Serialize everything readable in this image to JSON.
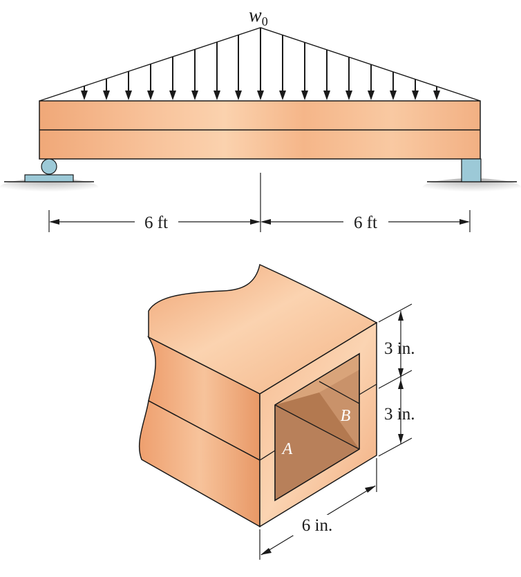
{
  "beam": {
    "load_label_w": "w",
    "load_label_sub": "0",
    "span_left": "6 ft",
    "span_right": "6 ft"
  },
  "section": {
    "dim_top": "3 in.",
    "dim_bottom": "3 in.",
    "dim_width": "6 in.",
    "point_a": "A",
    "point_b": "B"
  },
  "colors": {
    "wood_light": "#fbd2ae",
    "wood_mid": "#f3b083",
    "wood_dark": "#e29a6c",
    "hollow_dark": "#b37950",
    "hollow_mid": "#c9926a",
    "support": "#9cc9d7",
    "ground": "#b3b3b3"
  }
}
